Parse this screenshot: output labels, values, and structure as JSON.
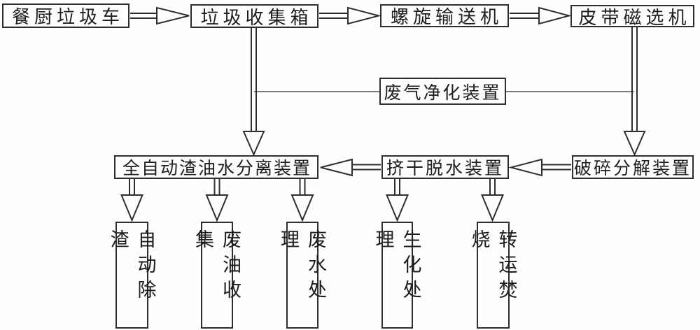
{
  "diagram": {
    "type": "process-flowchart",
    "language": "zh-CN",
    "colors": {
      "background": "#fefefe",
      "line": "#2e2e2e",
      "text": "#1d1d1d"
    },
    "nodes": {
      "truck": "餐厨垃圾车",
      "collector": "垃圾收集箱",
      "screw_conveyor": "螺旋输送机",
      "belt_magnetic_separator": "皮带磁选机",
      "gas_purifier": "废气净化装置",
      "oil_water_separator": "全自动渣油水分离装置",
      "dewatering": "挤干脱水装置",
      "crusher": "破碎分解装置",
      "auto_deslagging": "自动除渣",
      "waste_oil_collection": "废油收集",
      "waste_water_treatment": "废水处理",
      "bio_treatment": "生化处理",
      "transfer_incineration": "转运焚烧"
    },
    "flows": [
      {
        "from": "餐厨垃圾车",
        "to": "垃圾收集箱",
        "style": "hollow-arrow"
      },
      {
        "from": "垃圾收集箱",
        "to": "螺旋输送机",
        "style": "hollow-arrow"
      },
      {
        "from": "螺旋输送机",
        "to": "皮带磁选机",
        "style": "hollow-arrow"
      },
      {
        "from": "垃圾收集箱",
        "to": "全自动渣油水分离装置",
        "style": "hollow-arrow"
      },
      {
        "from": "皮带磁选机",
        "to": "破碎分解装置",
        "style": "hollow-arrow"
      },
      {
        "from": "垃圾收集箱下行管线",
        "to": "废气净化装置",
        "style": "plain-line"
      },
      {
        "from": "废气净化装置",
        "to": "皮带磁选机下行管线",
        "style": "plain-line"
      },
      {
        "from": "破碎分解装置",
        "to": "挤干脱水装置",
        "style": "hollow-arrow"
      },
      {
        "from": "挤干脱水装置",
        "to": "全自动渣油水分离装置",
        "style": "hollow-arrow"
      },
      {
        "from": "全自动渣油水分离装置",
        "to": "自动除渣",
        "style": "hollow-arrow"
      },
      {
        "from": "全自动渣油水分离装置",
        "to": "废油收集",
        "style": "hollow-arrow"
      },
      {
        "from": "全自动渣油水分离装置",
        "to": "废水处理",
        "style": "hollow-arrow"
      },
      {
        "from": "挤干脱水装置",
        "to": "生化处理",
        "style": "hollow-arrow"
      },
      {
        "from": "挤干脱水装置",
        "to": "转运焚烧",
        "style": "hollow-arrow"
      }
    ]
  }
}
